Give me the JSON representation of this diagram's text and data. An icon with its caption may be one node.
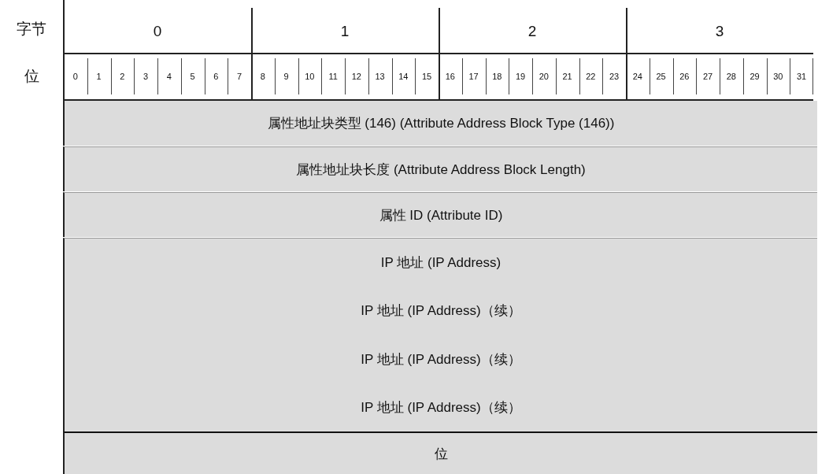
{
  "diagram": {
    "nodes": [
      {
        "text": [
          "属性地址块类型 (146) (Attribute Address Block Type (146))"
        ]
      },
      {
        "text": [
          "属性地址块长度 (Attribute Address Block Length)"
        ]
      },
      {
        "text": [
          "属性 ID (Attribute ID)"
        ]
      },
      {
        "text": [
          "IP 地址 (IP Address)",
          "IP 地址 (IP Address)（续）",
          "IP 地址 (IP Address)（续）",
          "IP 地址 (IP Address)（续）"
        ]
      },
      {
        "text": [
          "位"
        ]
      }
    ],
    "edges": [],
    "labels": [
      "字节",
      "0",
      "1",
      "2",
      "3",
      "位",
      "0",
      "1",
      "2",
      "3",
      "4",
      "5",
      "6",
      "7",
      "8",
      "9",
      "10",
      "11",
      "12",
      "13",
      "14",
      "15",
      "16",
      "17",
      "18",
      "19",
      "20",
      "21",
      "22",
      "23",
      "24",
      "25",
      "26",
      "27",
      "28",
      "29",
      "30",
      "31"
    ]
  }
}
